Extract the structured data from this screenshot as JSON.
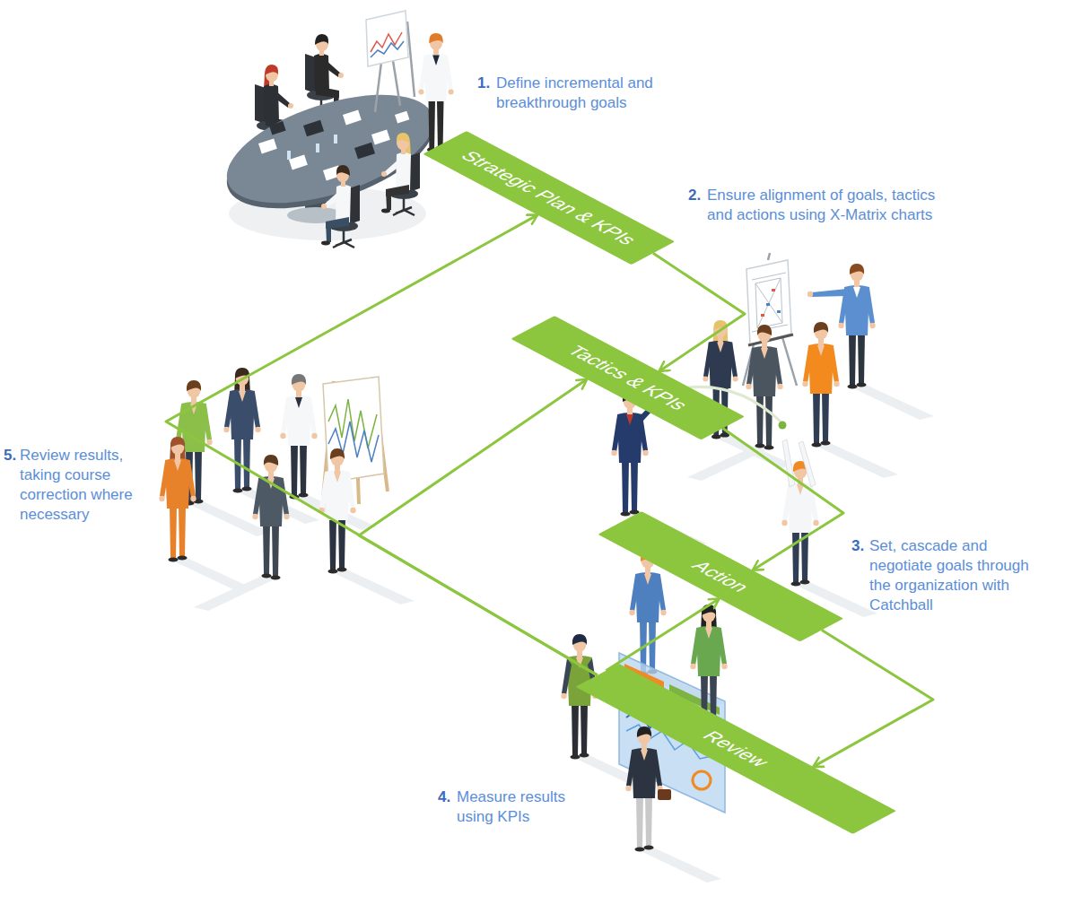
{
  "diagram": {
    "nodes": [
      {
        "text": [
          "Strategic Plan & KPIs"
        ]
      },
      {
        "text": [
          "Tactics & KPIs"
        ]
      },
      {
        "text": [
          "Action"
        ]
      },
      {
        "text": [
          "Review"
        ]
      }
    ],
    "edges": [
      {
        "from": 0,
        "to": 1,
        "arrow": "to"
      },
      {
        "from": 1,
        "to": 2,
        "arrow": "to"
      },
      {
        "from": 2,
        "to": 3,
        "arrow": "to"
      },
      {
        "from": 3,
        "to": 0,
        "arrow": "to"
      },
      {
        "from": 3,
        "to": 1,
        "arrow": "to"
      },
      {
        "from": 3,
        "to": 2,
        "arrow": "to"
      }
    ],
    "labels": [
      "1.",
      "Define incremental and breakthrough goals",
      "2.",
      "Ensure alignment of goals, tactics and actions using X-Matrix charts",
      "3.",
      "Set, cascade and negotiate goals through the organization with Catchball",
      "4.",
      "Measure results using KPIs",
      "5.",
      "Review results, taking course correction where necessary"
    ]
  }
}
